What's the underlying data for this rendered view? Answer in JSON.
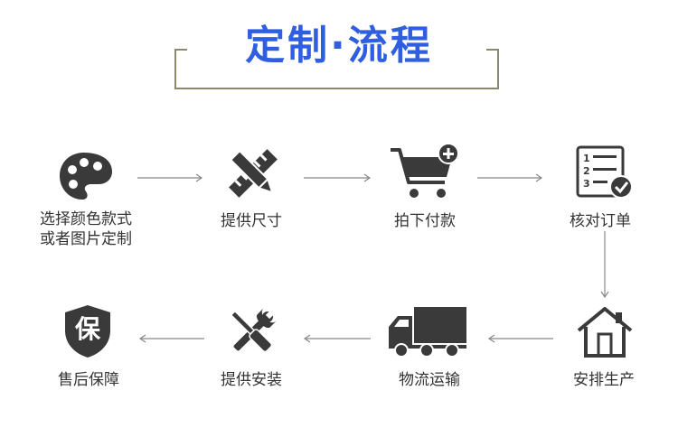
{
  "header": {
    "title": "定制·流程"
  },
  "steps": [
    {
      "label_line1": "选择颜色款式",
      "label_line2": "或者图片定制",
      "icon": "palette-icon"
    },
    {
      "label": "提供尺寸",
      "icon": "ruler-pencil-icon"
    },
    {
      "label": "拍下付款",
      "icon": "shopping-cart-icon"
    },
    {
      "label": "核对订单",
      "icon": "checklist-icon"
    },
    {
      "label": "安排生产",
      "icon": "house-icon"
    },
    {
      "label": "物流运输",
      "icon": "truck-icon"
    },
    {
      "label": "提供安装",
      "icon": "tools-icon"
    },
    {
      "label": "售后保障",
      "icon": "shield-icon",
      "badge_text": "保"
    }
  ],
  "colors": {
    "title": "#2f5fe0",
    "icon": "#3a3a3a",
    "frame": "#8a8a6a",
    "arrow": "#888888"
  }
}
